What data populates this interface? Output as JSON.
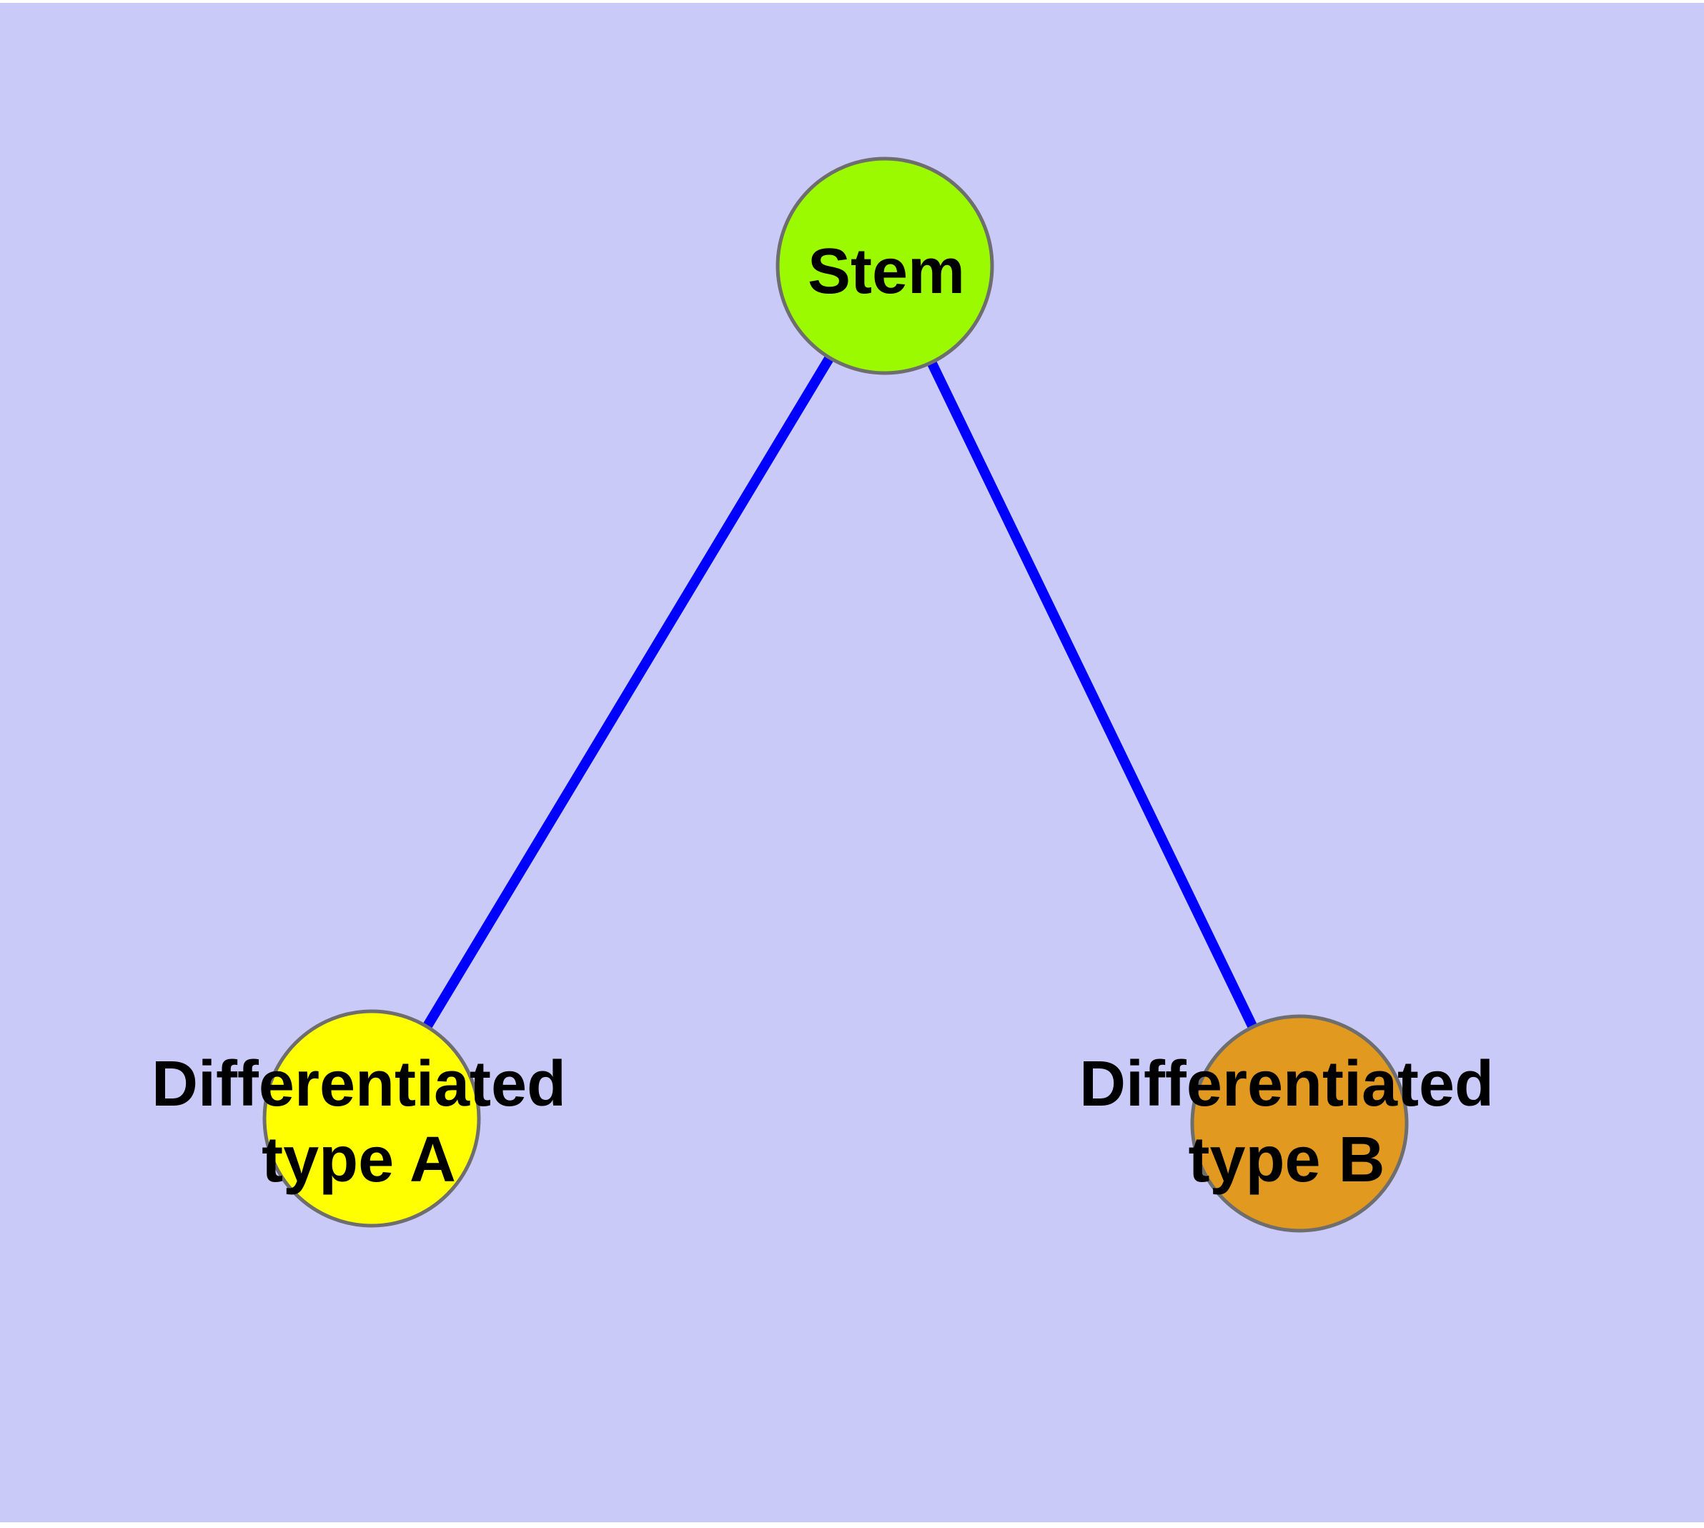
{
  "diagram": {
    "background_color": "#cacaf8",
    "margin_color": "#ffffff",
    "edge_color": "#0000fe",
    "node_border_color": "#6e6e6e",
    "text_color": "#000000",
    "nodes": {
      "stem": {
        "label": "Stem",
        "fill": "#9bf900"
      },
      "type_a": {
        "label_line1": "Differentiated",
        "label_line2": "type A",
        "label_full": "Differentiated type A",
        "fill": "#ffff00"
      },
      "type_b": {
        "label_line1": "Differentiated",
        "label_line2": "type B",
        "label_full": "Differentiated type B",
        "fill": "#e2991f"
      }
    },
    "edges": [
      {
        "from": "Stem",
        "to": "Differentiated type A"
      },
      {
        "from": "Stem",
        "to": "Differentiated type B"
      }
    ]
  }
}
